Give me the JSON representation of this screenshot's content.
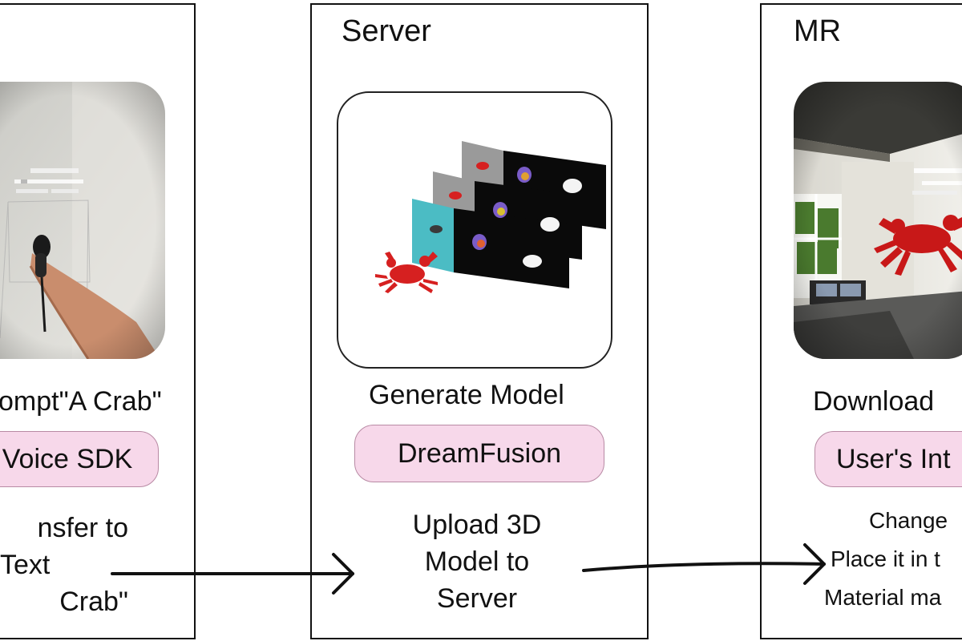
{
  "panels": {
    "voice": {
      "title": "",
      "stage_label": "ompt\"A Crab\"",
      "pill_label": "Voice SDK",
      "lines": [
        "nsfer to",
        "Text",
        "Crab\""
      ]
    },
    "server": {
      "title": "Server",
      "stage_label": "Generate Model",
      "pill_label": "DreamFusion",
      "lines": [
        "Upload 3D",
        "Model to",
        "Server"
      ]
    },
    "mr": {
      "title": "MR",
      "stage_label": "Download",
      "pill_label": "User's Int",
      "lines": [
        "Change",
        "Place it in t",
        "Material ma"
      ]
    }
  },
  "icons": {
    "headset_view": "vr-headset-view-photo",
    "generation": "dreamfusion-render-stack",
    "mr_view": "mixed-reality-room-photo"
  },
  "colors": {
    "pill_fill": "#f7d8ea",
    "pill_border": "#b88aa4",
    "crab": "#d62020",
    "frame_cyan": "#4bbcc4",
    "frame_gray": "#9a9a9a"
  }
}
